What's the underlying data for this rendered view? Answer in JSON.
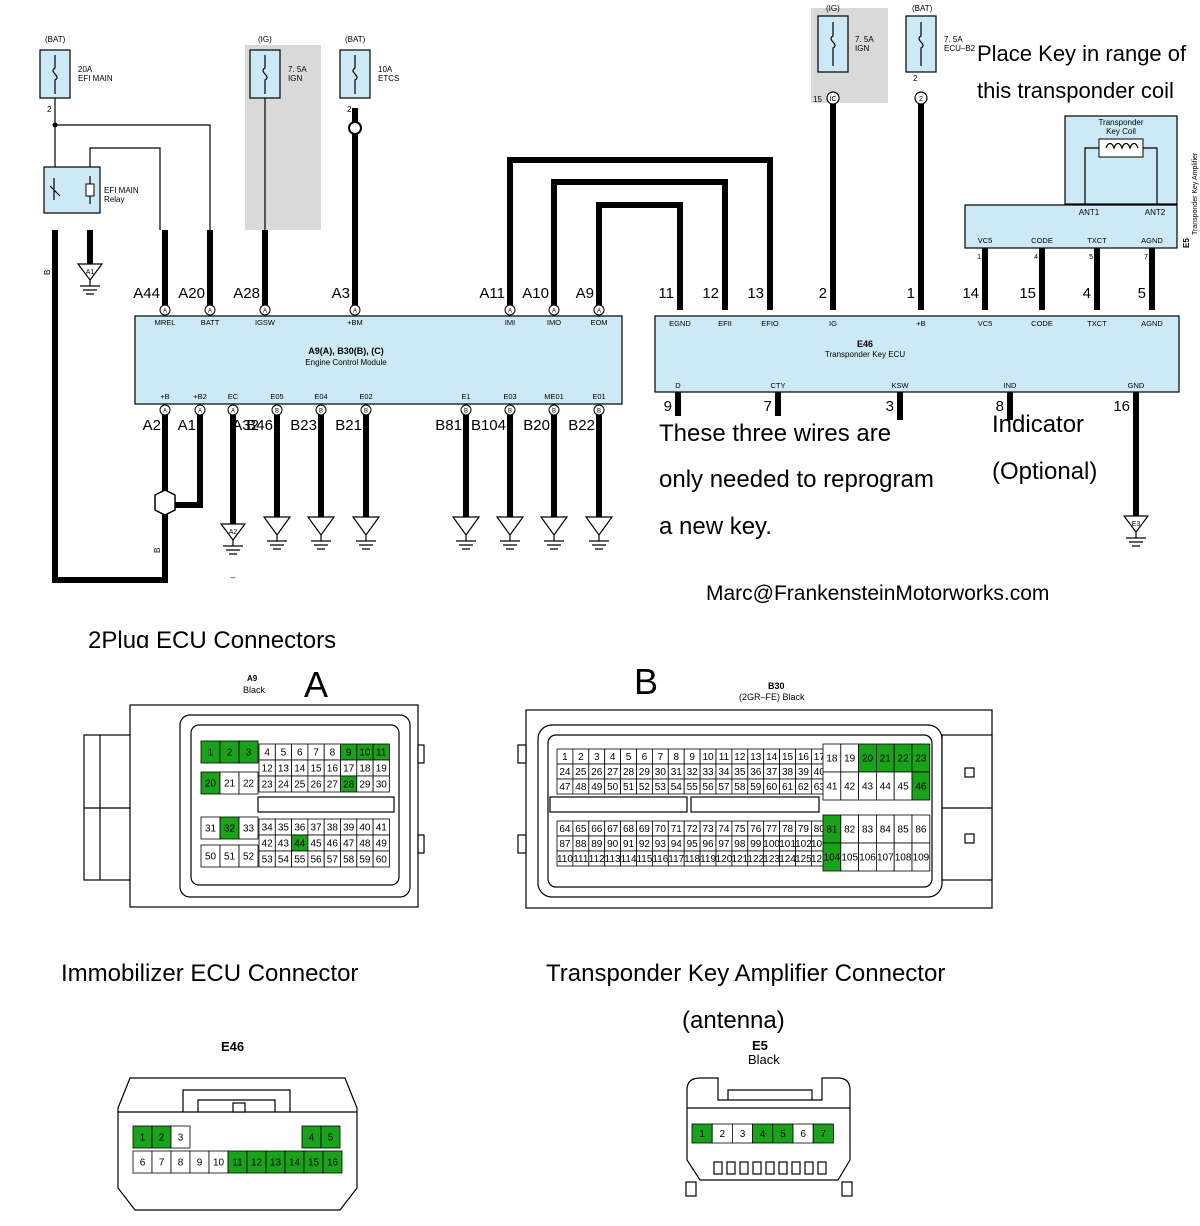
{
  "fuses": [
    {
      "source": "(BAT)",
      "rating": "20A",
      "name": "EFI MAIN",
      "pin": "2"
    },
    {
      "source": "(IG)",
      "rating": "7. 5A",
      "name": "IGN"
    },
    {
      "source": "(BAT)",
      "rating": "10A",
      "name": "ETCS",
      "pin": "2"
    },
    {
      "source": "(IG)",
      "rating": "7. 5A",
      "name": "IGN",
      "pin": "15",
      "conn": "IC"
    },
    {
      "source": "(BAT)",
      "rating": "7. 5A",
      "name": "ECU–B2",
      "pin": "2",
      "conn": "2"
    }
  ],
  "relay": {
    "name": "EFI MAIN",
    "sub": "Relay"
  },
  "ecm": {
    "title": "A9(A), B30(B), (C)",
    "subtitle": "Engine Control Module",
    "top_pins": [
      {
        "label": "A44",
        "name": "MREL"
      },
      {
        "label": "A20",
        "name": "BATT"
      },
      {
        "label": "A28",
        "name": "IGSW"
      },
      {
        "label": "A3",
        "name": "+BM"
      },
      {
        "label": "A11",
        "name": "IMI"
      },
      {
        "label": "A10",
        "name": "IMO"
      },
      {
        "label": "A9",
        "name": "EOM"
      }
    ],
    "bottom_pins": [
      {
        "label": "A2",
        "name": "+B"
      },
      {
        "label": "A1",
        "name": "+B2"
      },
      {
        "label": "A32",
        "name": "EC"
      },
      {
        "label": "B46",
        "name": "E05"
      },
      {
        "label": "B23",
        "name": "E04"
      },
      {
        "label": "B21",
        "name": "E02"
      },
      {
        "label": "B81",
        "name": "E1"
      },
      {
        "label": "B104",
        "name": "E03"
      },
      {
        "label": "B20",
        "name": "ME01"
      },
      {
        "label": "B22",
        "name": "E01"
      }
    ]
  },
  "tke": {
    "title": "E46",
    "subtitle": "Transponder Key ECU",
    "top_pins": [
      {
        "label": "11",
        "name": "EGND"
      },
      {
        "label": "12",
        "name": "EFII"
      },
      {
        "label": "13",
        "name": "EFIO"
      },
      {
        "label": "2",
        "name": "IG"
      },
      {
        "label": "1",
        "name": "+B"
      },
      {
        "label": "14",
        "name": "VC5"
      },
      {
        "label": "15",
        "name": "CODE"
      },
      {
        "label": "4",
        "name": "TXCT"
      },
      {
        "label": "5",
        "name": "AGND"
      }
    ],
    "bottom_pins": [
      {
        "label": "9",
        "name": "D"
      },
      {
        "label": "7",
        "name": "CTY"
      },
      {
        "label": "3",
        "name": "KSW"
      },
      {
        "label": "8",
        "name": "IND"
      },
      {
        "label": "16",
        "name": "GND"
      }
    ]
  },
  "amplifier": {
    "coil": "Transponder\nKey Coil",
    "coil_line1": "Transponder",
    "coil_line2": "Key Coil",
    "side": "Transponder Key Amplifier",
    "code": "E5",
    "ant1": "ANT1",
    "ant2": "ANT2",
    "pins": [
      {
        "num": "1",
        "name": "VC5"
      },
      {
        "num": "4",
        "name": "CODE"
      },
      {
        "num": "5",
        "name": "TXCT"
      },
      {
        "num": "7",
        "name": "AGND"
      }
    ]
  },
  "grounds": {
    "a1": "A1",
    "a2": "A2",
    "e3": "E3",
    "minus": "–",
    "wire_b": "B"
  },
  "notes": {
    "place_key_1": "Place Key in range of",
    "place_key_2": "this transponder coil",
    "three_wires_1": "These three wires are",
    "three_wires_2": "only needed to reprogram",
    "three_wires_3": "a new key.",
    "indicator_1": "Indicator",
    "indicator_2": "(Optional)",
    "email": "Marc@FrankensteinMotorworks.com"
  },
  "sections": {
    "ecu_connectors": "2Plug ECU Connectors",
    "immobilizer": "Immobilizer ECU Connector",
    "amp_connector_1": "Transponder Key Amplifier Connector",
    "amp_connector_2": "(antenna)"
  },
  "connector_a": {
    "letter": "A",
    "code": "A9",
    "color": "Black",
    "green": [
      "1",
      "2",
      "3",
      "9",
      "10",
      "11",
      "20",
      "28",
      "32",
      "44"
    ]
  },
  "connector_b": {
    "letter": "B",
    "code": "B30",
    "variant": "(2GR–FE)  Black",
    "green": [
      "20",
      "21",
      "22",
      "23",
      "46",
      "81",
      "104"
    ]
  },
  "connector_e46": {
    "code": "E46",
    "green": [
      "1",
      "2",
      "4",
      "5",
      "11",
      "12",
      "13",
      "14",
      "15",
      "16"
    ]
  },
  "connector_e5": {
    "code": "E5",
    "color": "Black",
    "pins": [
      "1",
      "2",
      "3",
      "4",
      "5",
      "6",
      "7"
    ],
    "green": [
      "1",
      "4",
      "5",
      "7"
    ]
  },
  "colors": {
    "module": "#cde9f6",
    "highlight": "#1aa31a",
    "shade": "#d9d9d9"
  }
}
